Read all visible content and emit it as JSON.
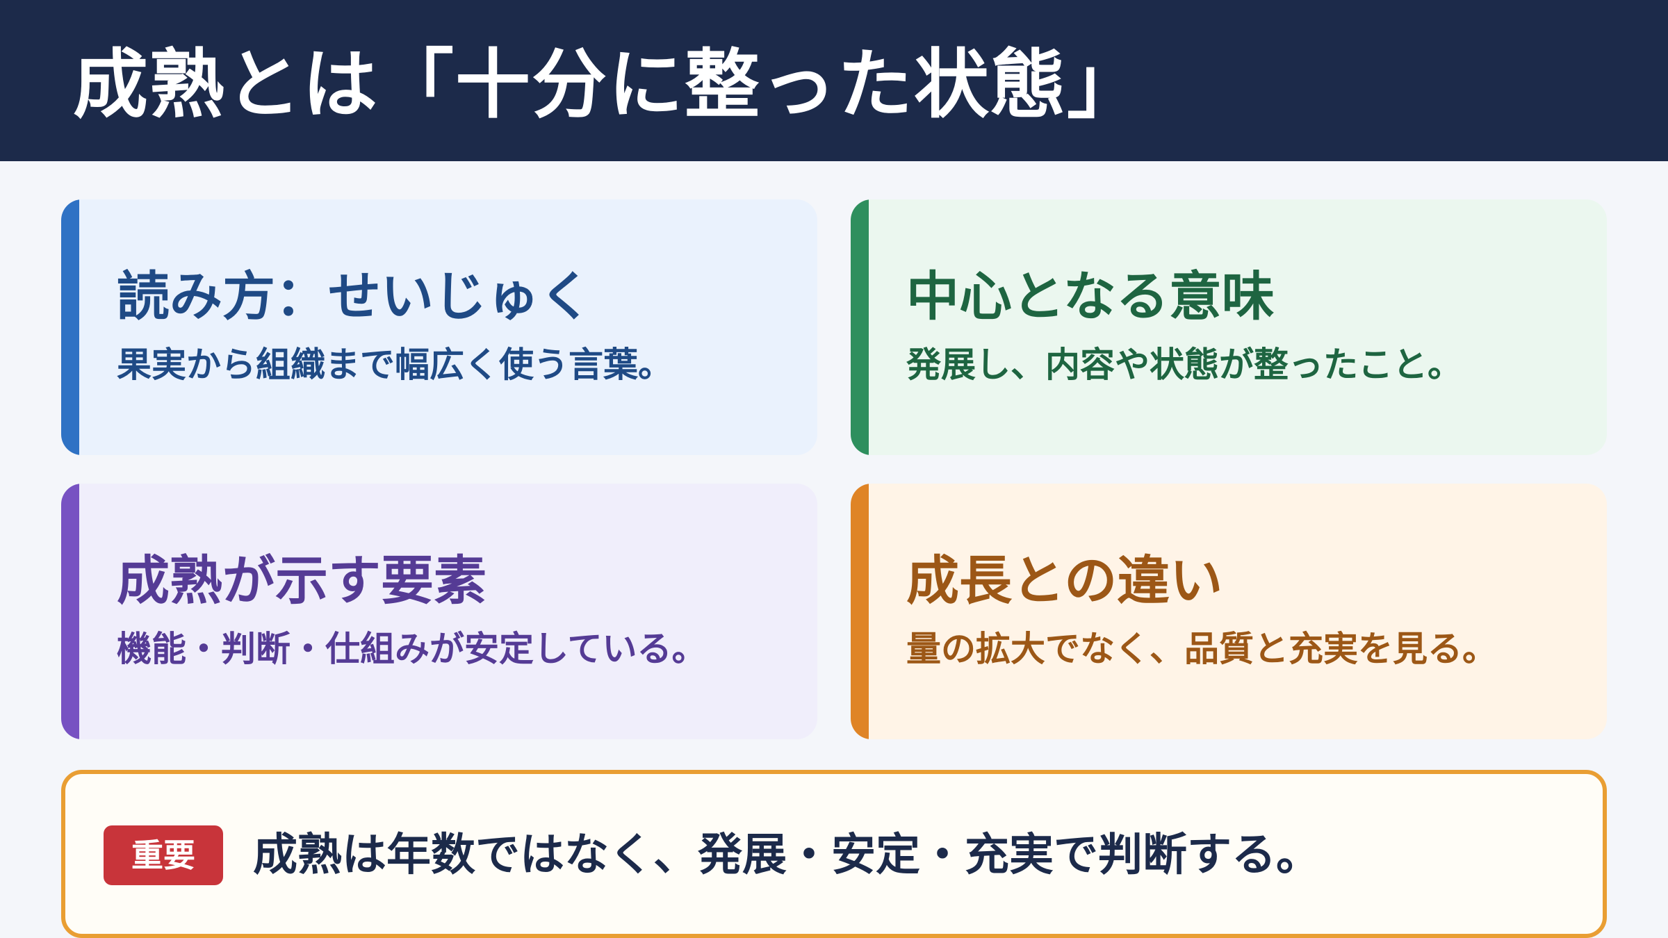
{
  "header": {
    "title": "成熟とは「十分に整った状態」"
  },
  "cards": [
    {
      "title": "読み方：せいじゅく",
      "description": "果実から組織まで幅広く使う言葉。"
    },
    {
      "title": "中心となる意味",
      "description": "発展し、内容や状態が整ったこと。"
    },
    {
      "title": "成熟が示す要素",
      "description": "機能・判断・仕組みが安定している。"
    },
    {
      "title": "成長との違い",
      "description": "量の拡大でなく、品質と充実を見る。"
    }
  ],
  "important": {
    "badge": "重要",
    "text": "成熟は年数ではなく、発展・安定・充実で判断する。"
  },
  "colors": {
    "header_bg": "#1c2a4a",
    "blue_accent": "#2f72c4",
    "green_accent": "#2e8f5e",
    "purple_accent": "#7752c2",
    "orange_accent": "#df8426",
    "badge_red": "#c8343a",
    "important_border": "#e99e33"
  }
}
